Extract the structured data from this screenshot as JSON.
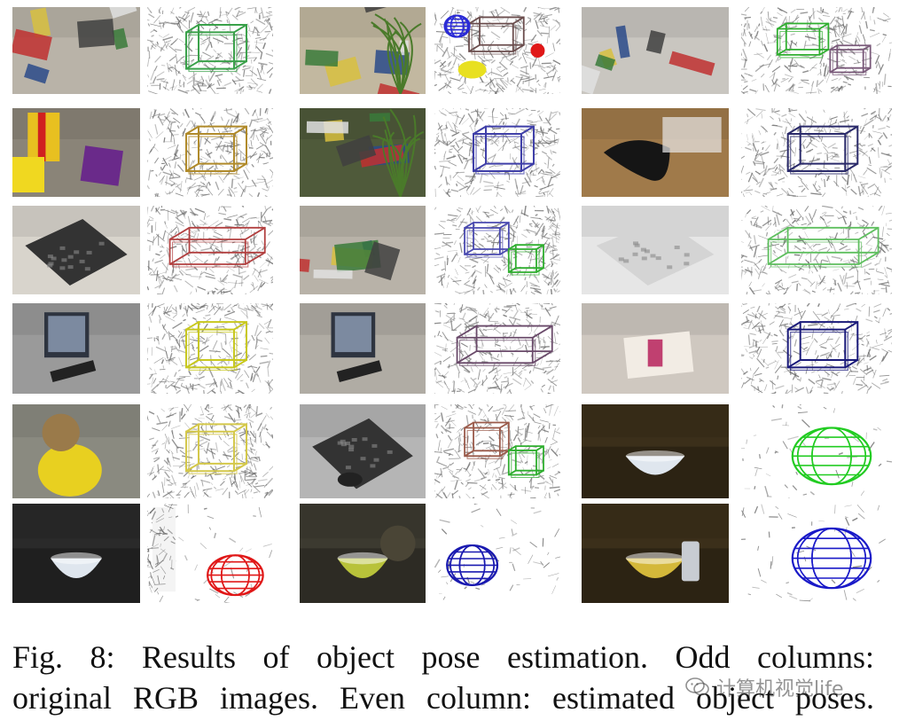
{
  "figure": {
    "caption_lines": [
      "Fig. 8: Results of object pose estimation. Odd columns:",
      "original RGB images. Even column: estimated object poses."
    ],
    "watermark_text": "计算机视觉life",
    "columns": [
      {
        "kind": "rgb"
      },
      {
        "kind": "pose"
      },
      {
        "kind": "rgb"
      },
      {
        "kind": "pose"
      },
      {
        "kind": "rgb"
      },
      {
        "kind": "pose"
      }
    ],
    "rows": [
      {
        "cells": [
          {
            "scene": "desk-books",
            "tint": "#b9b3a8"
          },
          {
            "scene": "pose-box",
            "color": "#3aa14a"
          },
          {
            "scene": "desk-plant",
            "tint": "#c2b8a0"
          },
          {
            "scene": "pose-box-sphere",
            "color": "#6b4d4d",
            "accent": "#2b2bd6"
          },
          {
            "scene": "desk-clutter",
            "tint": "#c9c6c0"
          },
          {
            "scene": "pose-box-multi",
            "color": "#2fae2f",
            "accent": "#7a5a7a"
          }
        ]
      },
      {
        "cells": [
          {
            "scene": "dice-book",
            "tint": "#8a8478"
          },
          {
            "scene": "pose-box",
            "color": "#b08a2a"
          },
          {
            "scene": "desk-plant-dark",
            "tint": "#4f5a3a"
          },
          {
            "scene": "pose-box",
            "color": "#3f3fa8"
          },
          {
            "scene": "gamepad",
            "tint": "#a07a4a"
          },
          {
            "scene": "pose-box",
            "color": "#2a2a6a"
          }
        ]
      },
      {
        "cells": [
          {
            "scene": "keyboard",
            "tint": "#d8d4cc"
          },
          {
            "scene": "pose-long",
            "color": "#b24040"
          },
          {
            "scene": "desk-phone",
            "tint": "#b8b2a8"
          },
          {
            "scene": "pose-box-multi",
            "color": "#4a4ab0",
            "accent": "#2fae2f"
          },
          {
            "scene": "keyboard-white",
            "tint": "#e6e6e6"
          },
          {
            "scene": "pose-long",
            "color": "#5fbf5f"
          }
        ]
      },
      {
        "cells": [
          {
            "scene": "monitor",
            "tint": "#9a9a9a"
          },
          {
            "scene": "pose-box",
            "color": "#c8c81e"
          },
          {
            "scene": "monitor-desk",
            "tint": "#b0aca4"
          },
          {
            "scene": "pose-long",
            "color": "#6a4a6a"
          },
          {
            "scene": "book-box",
            "tint": "#cfc8c0"
          },
          {
            "scene": "pose-box",
            "color": "#1a1a7a"
          }
        ]
      },
      {
        "cells": [
          {
            "scene": "teddy",
            "tint": "#8a8a80"
          },
          {
            "scene": "pose-box",
            "color": "#d4c84a"
          },
          {
            "scene": "keyboard-mouse",
            "tint": "#b5b5b5"
          },
          {
            "scene": "pose-box-multi",
            "color": "#9a5a4a",
            "accent": "#2fae2f"
          },
          {
            "scene": "bowl-dark",
            "tint": "#3b2f1a"
          },
          {
            "scene": "pose-sphere",
            "color": "#22cc22"
          }
        ]
      },
      {
        "cells": [
          {
            "scene": "bowl-table",
            "tint": "#2a2a2a"
          },
          {
            "scene": "pose-sphere-offset",
            "color": "#e01818"
          },
          {
            "scene": "mug-cap",
            "tint": "#3c3a30"
          },
          {
            "scene": "pose-sphere-small",
            "color": "#1a1ab0"
          },
          {
            "scene": "mug-can",
            "tint": "#3b2f1a"
          },
          {
            "scene": "pose-sphere",
            "color": "#1a1ac8"
          }
        ]
      }
    ]
  }
}
